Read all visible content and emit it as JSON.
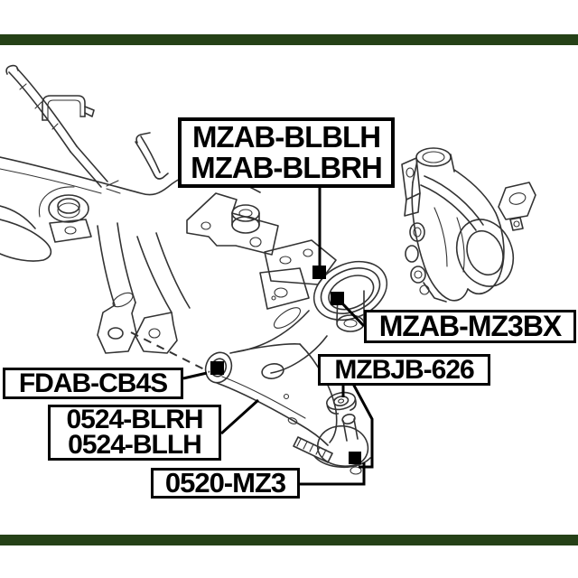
{
  "colors": {
    "frame_bar": "#254117",
    "ink": "#000000",
    "line_art": "#333333",
    "background": "#ffffff"
  },
  "labels": {
    "arm_bushing_pair": [
      "MZAB-BLBLH",
      "MZAB-BLBRH"
    ],
    "arm_bushing_rear": "MZAB-MZ3BX",
    "ball_joint_boot": "MZBJB-626",
    "front_bushing": "FDAB-CB4S",
    "control_arm_pair": [
      "0524-BLRH",
      "0524-BLLH"
    ],
    "ball_joint": "0520-MZ3"
  }
}
